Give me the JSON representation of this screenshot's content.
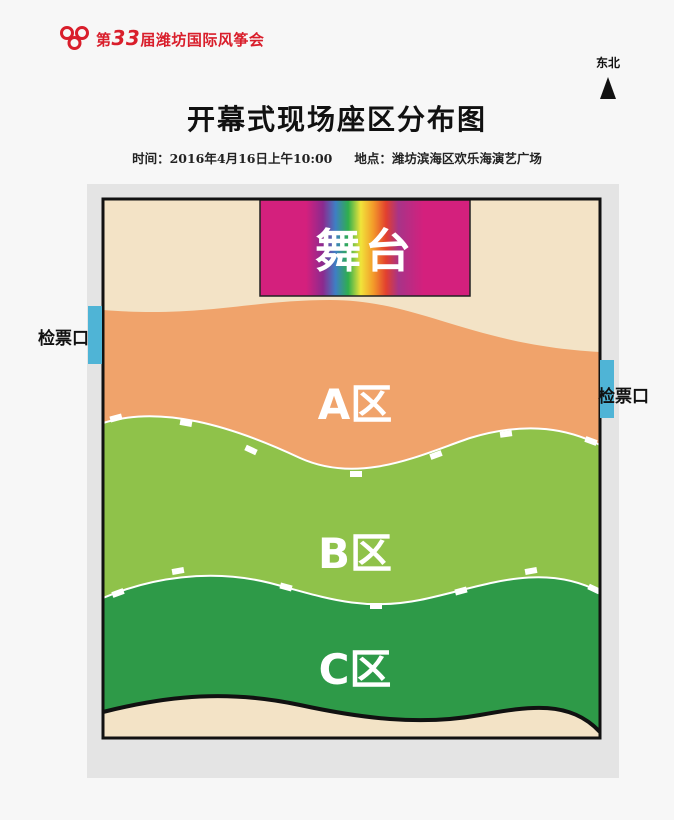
{
  "header": {
    "logo_prefix": "第",
    "logo_number": "33",
    "logo_suffix": "届潍坊国际风筝会",
    "north_label": "东北",
    "title": "开幕式现场座区分布图",
    "time_text": "时间：2016年4月16日上午10:00",
    "place_text": "地点：潍坊滨海区欢乐海演艺广场"
  },
  "map": {
    "stage_label": "舞台",
    "zone_a_label": "A区",
    "zone_b_label": "B区",
    "zone_c_label": "C区",
    "gate_left_label": "检票口",
    "gate_right_label": "检票口"
  },
  "colors": {
    "brand_red": "#d91e2b",
    "background_sand": "#f3e3c6",
    "zone_a": "#f0a36b",
    "zone_b": "#8fc24a",
    "zone_c": "#2e9a48",
    "gate": "#4fb4d6",
    "stage_magenta": "#d4207d"
  }
}
